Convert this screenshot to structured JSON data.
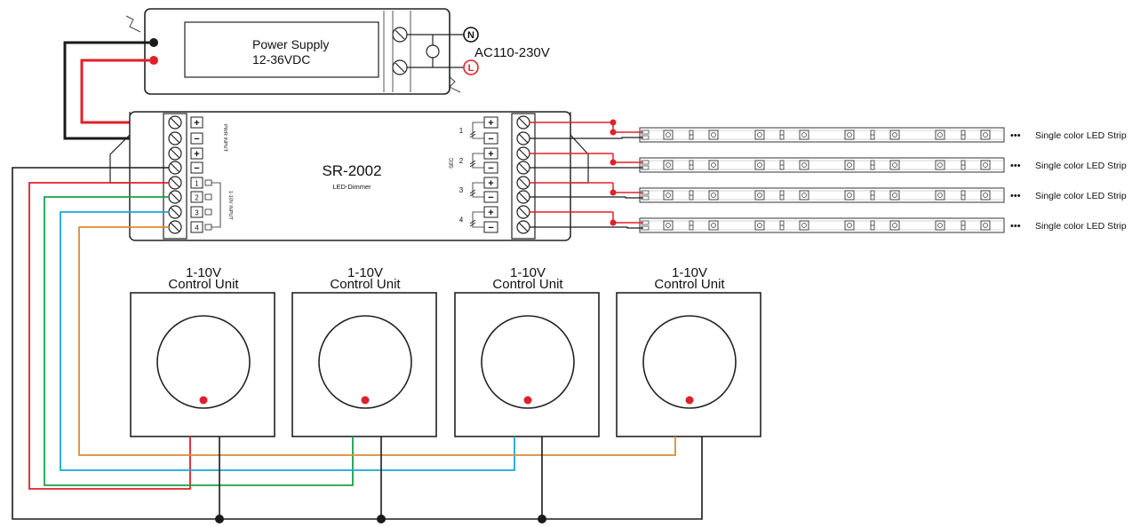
{
  "power_supply": {
    "title": "Power Supply",
    "voltage": "12-36VDC",
    "ac_label": "AC110-230V",
    "neutral_symbol": "N",
    "line_symbol": "L"
  },
  "dimmer": {
    "model": "SR-2002",
    "subtitle": "LED-Dimmer",
    "power_input_label": "PWR INPUT",
    "input_110_label": "1-10V INPUT",
    "sec_label": "SEC",
    "channels": [
      "1",
      "2",
      "3",
      "4"
    ],
    "input_terminals": [
      "1",
      "2",
      "3",
      "4"
    ]
  },
  "led_strips": [
    {
      "label": "Single color  LED Strip"
    },
    {
      "label": "Single color  LED Strip"
    },
    {
      "label": "Single color  LED Strip"
    },
    {
      "label": "Single color  LED Strip"
    }
  ],
  "control_units": [
    {
      "title": "1-10V",
      "subtitle": "Control Unit"
    },
    {
      "title": "1-10V",
      "subtitle": "Control Unit"
    },
    {
      "title": "1-10V",
      "subtitle": "Control Unit"
    },
    {
      "title": "1-10V",
      "subtitle": "Control Unit"
    }
  ],
  "ellipsis": "•••",
  "colors": {
    "wire_black": "#1a1a1a",
    "wire_red": "#e0202a",
    "wire_green": "#1aa04a",
    "wire_blue": "#1aa6d8",
    "wire_orange": "#e08a30",
    "dot_red": "#e0202a"
  }
}
